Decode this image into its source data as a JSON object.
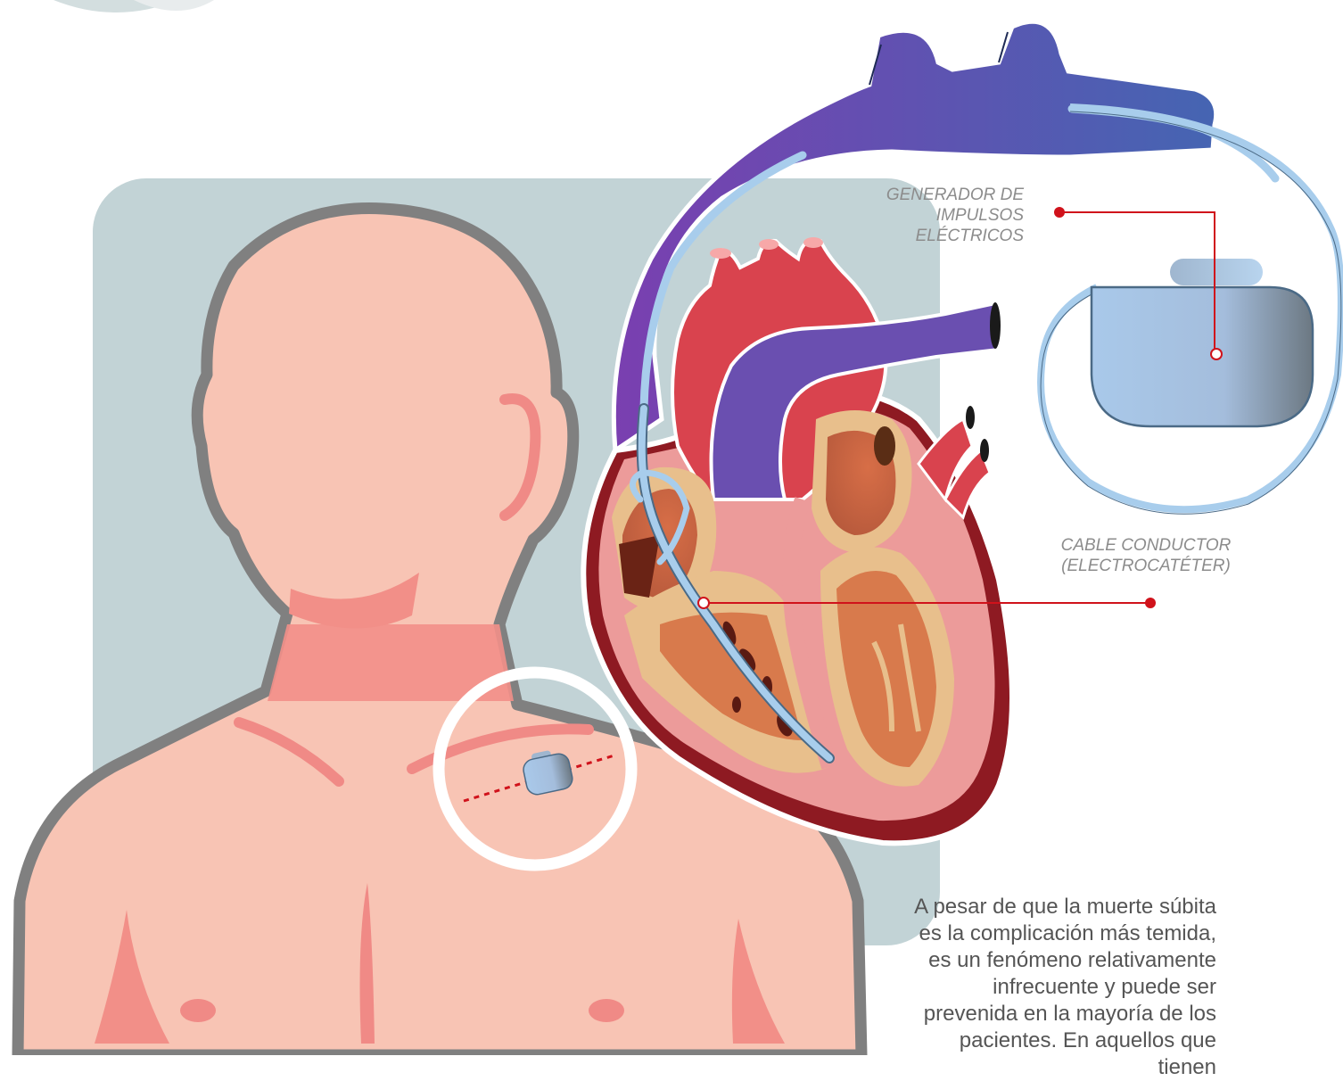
{
  "labels": {
    "generator": [
      "GENERADOR DE",
      "IMPULSOS",
      "ELÉCTRICOS"
    ],
    "cable": [
      "CABLE CONDUCTOR",
      "(ELECTROCATÉTER)"
    ]
  },
  "caption": "A pesar de que la muerte súbita es la complicación más temida, es un fenómeno relativamente infrecuente y puede ser prevenida en la mayoría de los pacientes. En aquellos que tienen",
  "colors": {
    "panel": "#c2d3d6",
    "skin": "#f8c4b4",
    "skin_dark": "#f08a86",
    "outline": "#808080",
    "vein": "#6a4fb0",
    "artery": "#d9434e",
    "myocardium": "#8e1a22",
    "endocardium": "#e8bf8c",
    "lead": "#a8cdec",
    "device": "#a9c9ea",
    "leader_line": "#d0121b"
  }
}
